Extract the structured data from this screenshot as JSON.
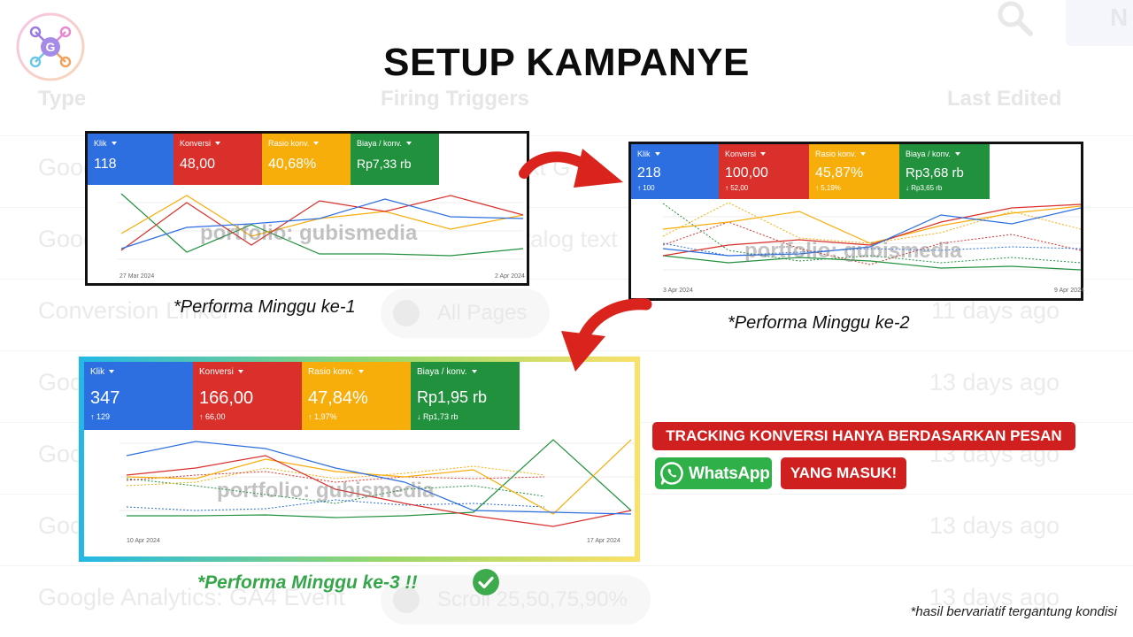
{
  "title": "SETUP KAMPANYE",
  "background": {
    "headers": [
      "Type",
      "Firing Triggers",
      "Last Edited"
    ],
    "rows": [
      {
        "name": "Goog",
        "trigger": "",
        "edited": ""
      },
      {
        "name": "Goog",
        "trigger": "",
        "edited": ""
      },
      {
        "name": "Conversion Linker",
        "trigger": "All Pages",
        "edited": "11 days ago"
      },
      {
        "name": "Goo",
        "trigger": "",
        "edited": "13 days ago"
      },
      {
        "name": "Goo",
        "trigger": "",
        "edited": "13 days ago"
      },
      {
        "name": "Goo",
        "trigger": "",
        "edited": "13 days ago"
      },
      {
        "name": "Google Analytics: GA4 Event",
        "trigger": "Scroll 25,50,75,90%",
        "edited": "13 days ago"
      }
    ],
    "fragment_1": "text G",
    "fragment_2": "talog text",
    "new_button": "N"
  },
  "watermark": "portfolio: gubismedia",
  "panels": [
    {
      "caption": "*Performa Minggu ke-1",
      "metrics": [
        {
          "label": "Klik",
          "value": "118",
          "delta": ""
        },
        {
          "label": "Konversi",
          "value": "48,00",
          "delta": ""
        },
        {
          "label": "Rasio konv.",
          "value": "40,68%",
          "delta": ""
        },
        {
          "label": "Biaya / konv.",
          "value": "Rp7,33 rb",
          "delta": ""
        }
      ],
      "date_start": "27 Mar 2024",
      "date_end": "2 Apr 2024"
    },
    {
      "caption": "*Performa Minggu ke-2",
      "metrics": [
        {
          "label": "Klik",
          "value": "218",
          "delta": "↑ 100"
        },
        {
          "label": "Konversi",
          "value": "100,00",
          "delta": "↑ 52,00"
        },
        {
          "label": "Rasio konv.",
          "value": "45,87%",
          "delta": "↑ 5,19%"
        },
        {
          "label": "Biaya / konv.",
          "value": "Rp3,68 rb",
          "delta": "↓ Rp3,65 rb"
        }
      ],
      "date_start": "3 Apr 2024",
      "date_end": "9 Apr 2024"
    },
    {
      "caption": "*Performa Minggu ke-3 !!",
      "metrics": [
        {
          "label": "Klik",
          "value": "347",
          "delta": "↑ 129"
        },
        {
          "label": "Konversi",
          "value": "166,00",
          "delta": "↑ 66,00"
        },
        {
          "label": "Rasio konv.",
          "value": "47,84%",
          "delta": "↑ 1,97%"
        },
        {
          "label": "Biaya / konv.",
          "value": "Rp1,95 rb",
          "delta": "↓ Rp1,73 rb"
        }
      ],
      "date_start": "10 Apr 2024",
      "date_end": "17 Apr 2024"
    }
  ],
  "callout": {
    "line1": "TRACKING KONVERSI HANYA BERDASARKAN PESAN",
    "whatsapp": "WhatsApp",
    "line2": "YANG MASUK!"
  },
  "footnote": "*hasil bervariatif tergantung kondisi",
  "icons": {
    "logo": "gubismedia-logo-icon",
    "arrow": "curved-arrow-icon",
    "check": "check-circle-icon",
    "whatsapp": "whatsapp-icon",
    "search": "search-icon"
  },
  "colors": {
    "blue": "#2d6fe0",
    "red": "#d9302b",
    "yellow": "#f7ad0a",
    "green": "#22913e",
    "banner_red": "#cf1f1f",
    "whatsapp_green": "#2fb049",
    "caption_green": "#36a64a"
  }
}
